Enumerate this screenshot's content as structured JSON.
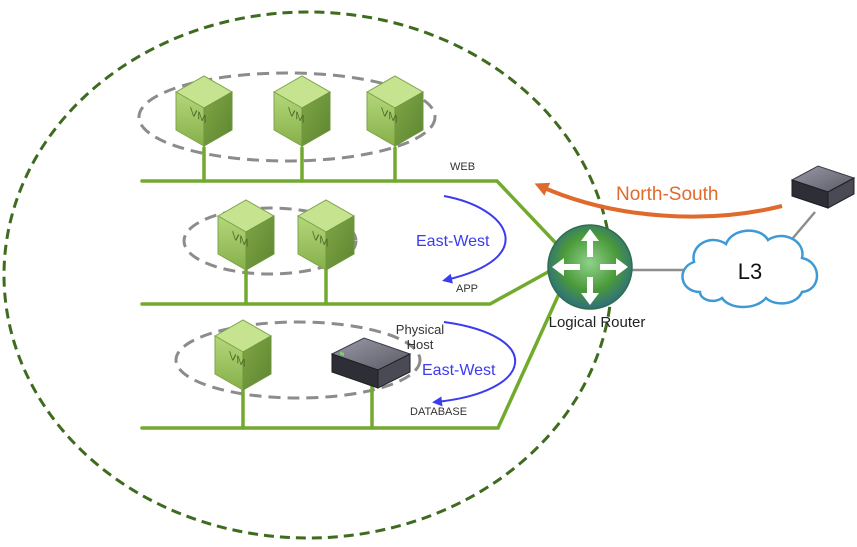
{
  "segments": {
    "web": "WEB",
    "app": "APP",
    "database": "DATABASE"
  },
  "vm_label": "VM",
  "physical_host": {
    "line1": "Physical",
    "line2": "Host"
  },
  "router_label": "Logical Router",
  "cloud_label": "L3",
  "traffic": {
    "north_south": "North-South",
    "east_west_app": "East-West",
    "east_west_db": "East-West"
  },
  "colors": {
    "boundary": "#3e6b1f",
    "wire": "#72aa2e",
    "vm_face": "#9fc65e",
    "group_ring": "#8c8c8c",
    "east_west": "#3b3bf0",
    "north_south": "#e06a2c",
    "cloud_stroke": "#3d9ad6",
    "router": "#4a9a3a"
  },
  "icons": {
    "vm": "vm-cube-icon",
    "physical_host": "server-appliance-icon",
    "router": "router-icon",
    "cloud": "cloud-icon",
    "external_device": "network-appliance-icon"
  }
}
